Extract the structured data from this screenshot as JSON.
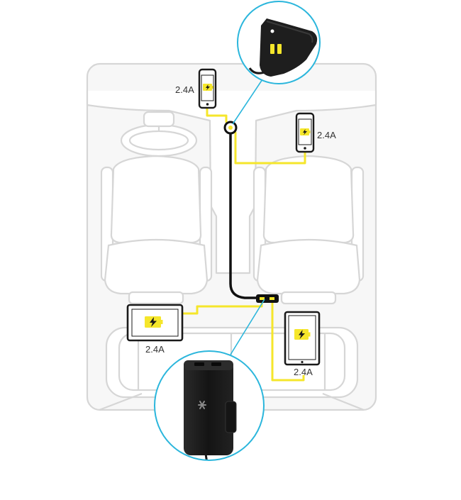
{
  "labels": {
    "front_phone_current": "2.4A",
    "passenger_phone_current": "2.4A",
    "rear_left_tablet_current": "2.4A",
    "rear_right_tablet_current": "2.4A"
  },
  "icons": {
    "device_screen": "battery-charging-icon",
    "hub_logo": "kanex-logo-icon"
  },
  "colors": {
    "cable_power": "#f5e62b",
    "cable_main": "#111111",
    "callout_ring": "#2bb6dc",
    "car_outline": "#d6d6d6",
    "battery_fill": "#f5e62b"
  }
}
